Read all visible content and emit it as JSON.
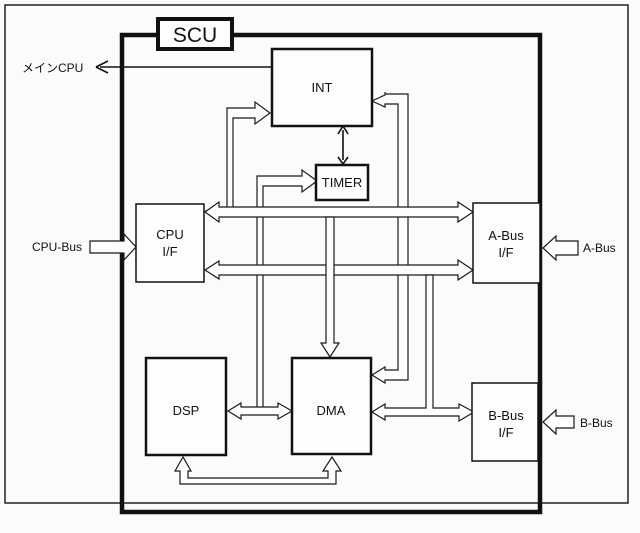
{
  "title": "SCU",
  "blocks": {
    "int": {
      "label": "INT"
    },
    "timer": {
      "label": "TIMER"
    },
    "cpu_if": {
      "label_line1": "CPU",
      "label_line2": "I/F"
    },
    "abus_if": {
      "label_line1": "A-Bus",
      "label_line2": "I/F"
    },
    "bbus_if": {
      "label_line1": "B-Bus",
      "label_line2": "I/F"
    },
    "dsp": {
      "label": "DSP"
    },
    "dma": {
      "label": "DMA"
    }
  },
  "external": {
    "main_cpu": "メインCPU",
    "cpu_bus": "CPU-Bus",
    "a_bus": "A-Bus",
    "b_bus": "B-Bus"
  },
  "colors": {
    "ink": "#111111",
    "paper": "#fbfbfa"
  }
}
